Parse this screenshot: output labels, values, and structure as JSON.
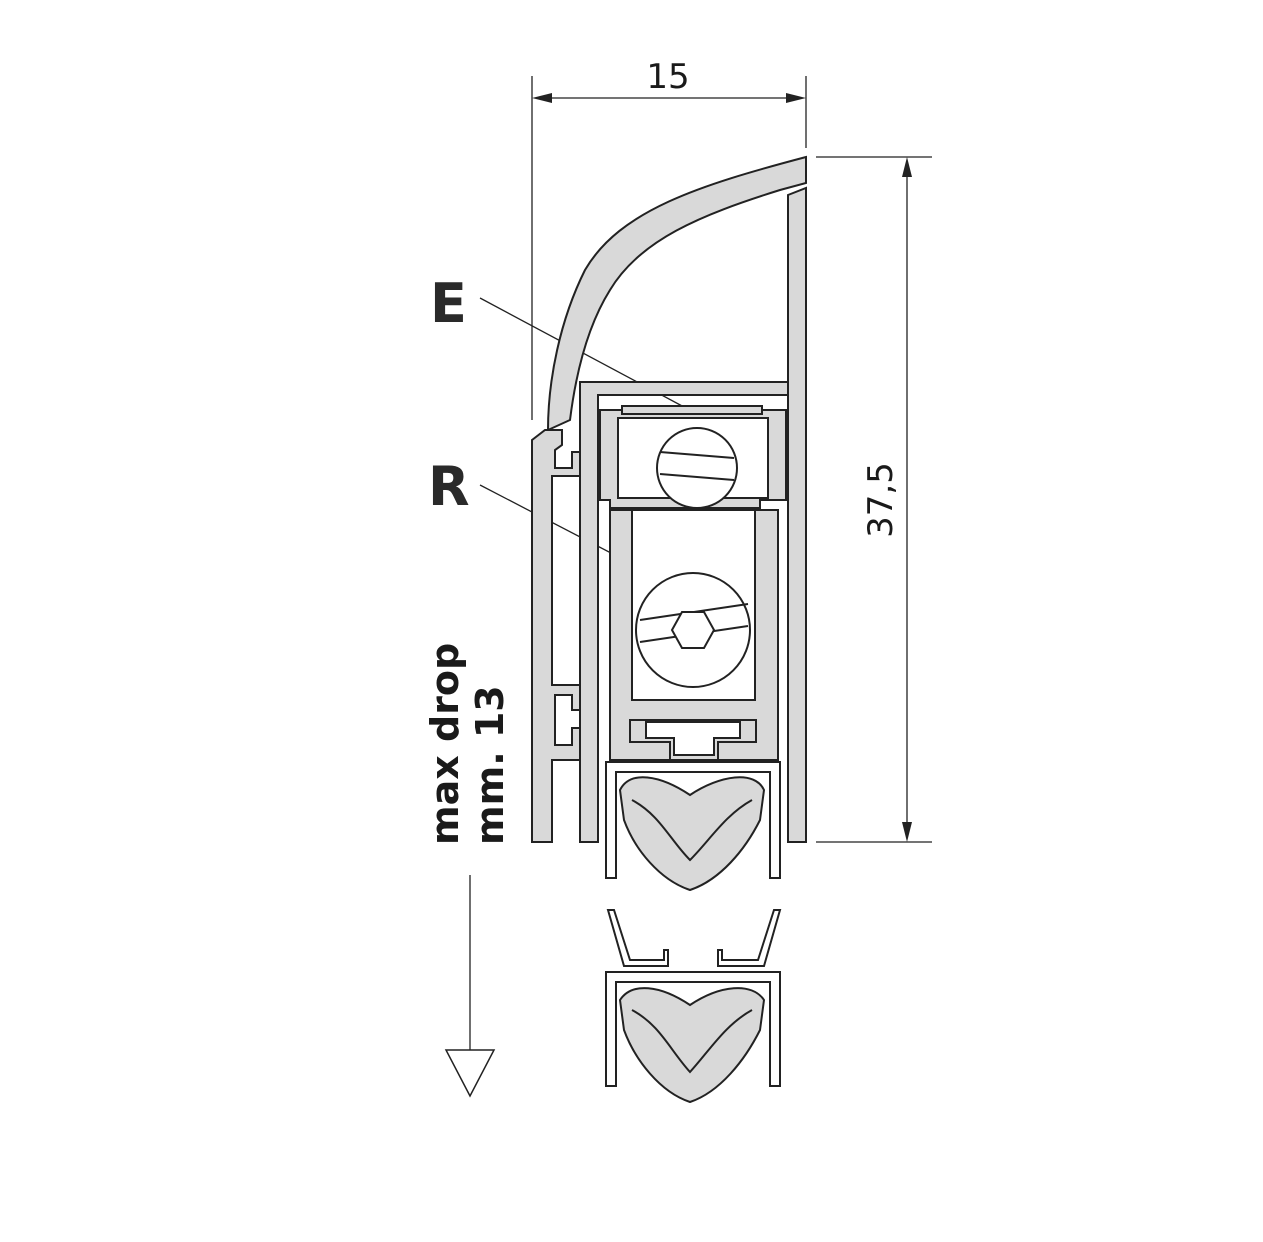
{
  "dimensions": {
    "width_label": "15",
    "height_label": "37,5"
  },
  "callouts": {
    "e_label": "E",
    "r_label": "R"
  },
  "drop": {
    "line1": "max drop",
    "line2": "mm. 13"
  },
  "colors": {
    "profile_fill": "#d9d9d9",
    "stroke": "#222222",
    "background": "#ffffff"
  }
}
